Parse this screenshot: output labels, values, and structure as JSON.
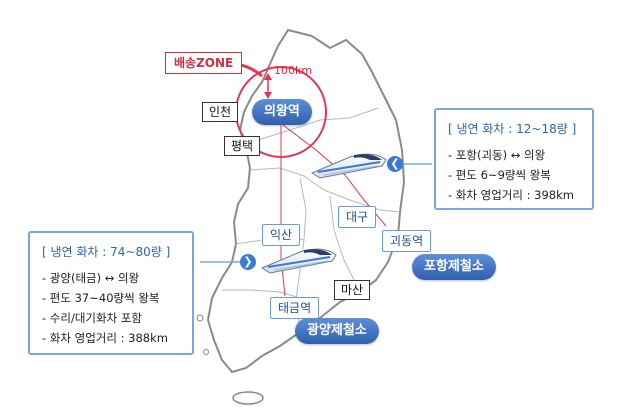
{
  "zone": {
    "label": "배송ZONE",
    "radius_label": "100km"
  },
  "stations": {
    "uiwang": "의왕역",
    "incheon": "인천",
    "pyeongtaek": "평택",
    "daegu": "대구",
    "goedong": "괴동역",
    "iksan": "익산",
    "masan": "마산",
    "taegeum": "태금역"
  },
  "plants": {
    "pohang": "포항제철소",
    "gwangyang": "광양제철소"
  },
  "pohang_info": {
    "title": "[ 냉연 화차 : 12~18량 ]",
    "items": [
      "- 포항(괴동) ↔ 의왕",
      "- 편도 6~9량씩 왕복",
      "- 화차 영업거리 : 398km"
    ]
  },
  "gwangyang_info": {
    "title": "[ 냉연 화차 : 74~80량 ]",
    "items": [
      "- 광양(태금) ↔ 의왕",
      "- 편도 37~40량씩 왕복",
      "- 수리/대기화차 포함",
      "- 화차 영업거리 : 388km"
    ]
  },
  "colors": {
    "route": "#e6354f",
    "accent_blue": "#3b7ad3",
    "map_fill": "#ffffff",
    "map_stroke": "#8a8a8a"
  }
}
